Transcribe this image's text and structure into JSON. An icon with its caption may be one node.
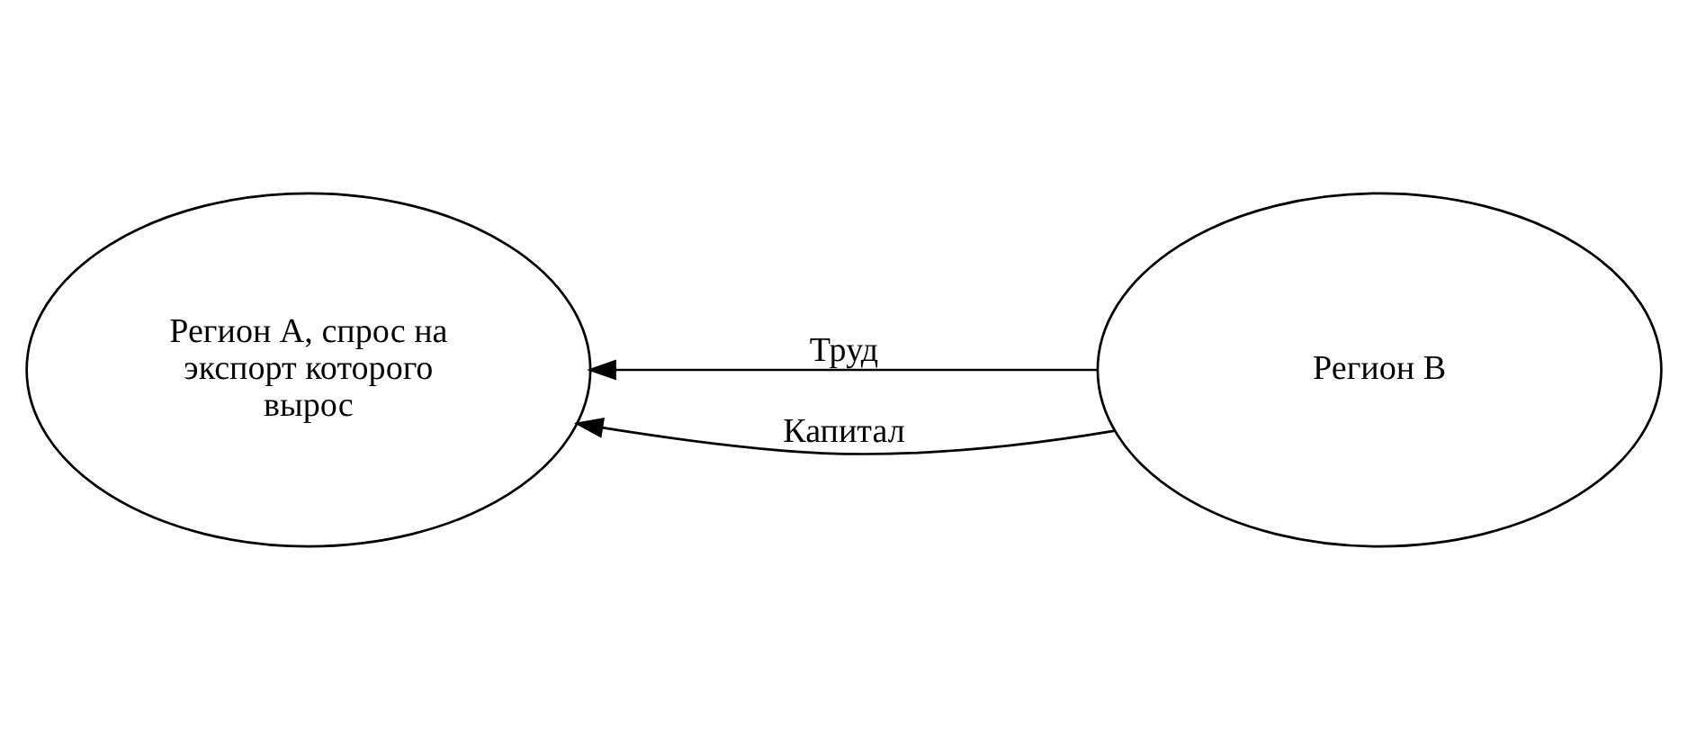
{
  "diagram": {
    "nodes": [
      {
        "text": [
          "Регион А, спрос на экспорт которого вырос"
        ]
      },
      {
        "text": [
          "Регион В"
        ]
      }
    ],
    "edges": [
      {
        "from": 1,
        "to": 0,
        "arrow": "to",
        "label": "Труд"
      },
      {
        "from": 1,
        "to": 0,
        "arrow": "to",
        "label": "Капитал"
      }
    ]
  }
}
